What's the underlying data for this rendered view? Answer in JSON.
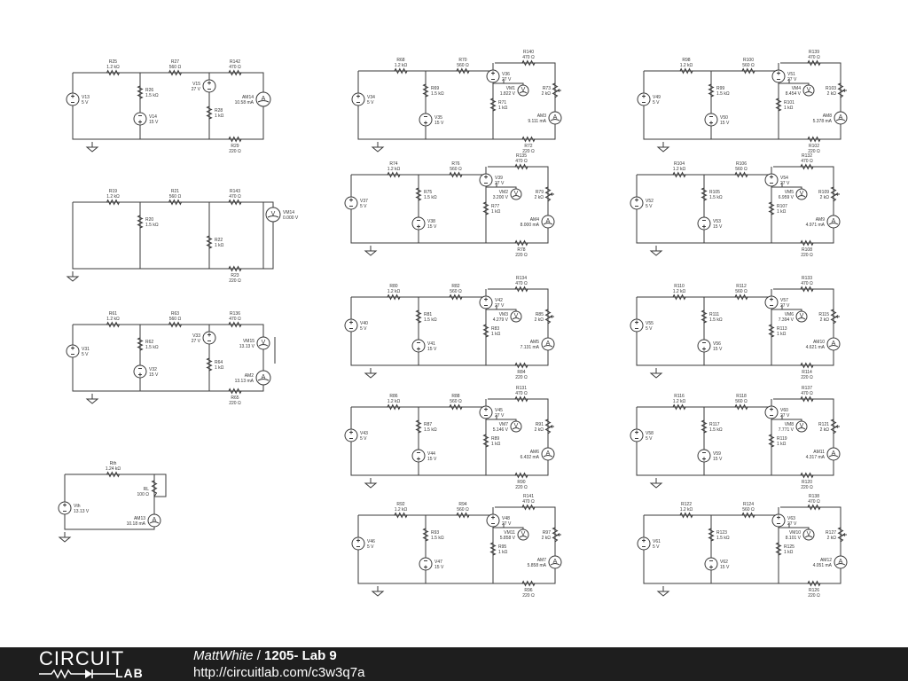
{
  "footer": {
    "logo_top": "CIRCUIT",
    "logo_bottom": "LAB",
    "user": "MattWhite",
    "separator": "/",
    "circuit_name": "1205- Lab 9",
    "url": "http://circuitlab.com/c3w3q7a"
  },
  "circuits": [
    {
      "id": "left-1",
      "parts": [
        {
          "kind": "vsource",
          "name": "V13",
          "value": "5 V"
        },
        {
          "kind": "resistor",
          "name": "R25",
          "value": "1.2 kΩ"
        },
        {
          "kind": "resistor",
          "name": "R26",
          "value": "1.5 kΩ"
        },
        {
          "kind": "vsource",
          "name": "V14",
          "value": "15 V"
        },
        {
          "kind": "resistor",
          "name": "R27",
          "value": "560 Ω"
        },
        {
          "kind": "vsource",
          "name": "V15",
          "value": "27 V"
        },
        {
          "kind": "resistor",
          "name": "R28",
          "value": "1 kΩ"
        },
        {
          "kind": "resistor",
          "name": "R142",
          "value": "470 Ω"
        },
        {
          "kind": "ammeter",
          "name": "AM14",
          "value": "10.58 mA"
        },
        {
          "kind": "resistor",
          "name": "R29",
          "value": "220 Ω"
        }
      ]
    },
    {
      "id": "left-2",
      "parts": [
        {
          "kind": "resistor",
          "name": "R19",
          "value": "1.2 kΩ"
        },
        {
          "kind": "resistor",
          "name": "R20",
          "value": "1.5 kΩ"
        },
        {
          "kind": "resistor",
          "name": "R21",
          "value": "560 Ω"
        },
        {
          "kind": "resistor",
          "name": "R22",
          "value": "1 kΩ"
        },
        {
          "kind": "resistor",
          "name": "R143",
          "value": "470 Ω"
        },
        {
          "kind": "voltmeter",
          "name": "VM14",
          "value": "0.000 V"
        },
        {
          "kind": "resistor",
          "name": "R23",
          "value": "220 Ω"
        }
      ]
    },
    {
      "id": "left-3",
      "parts": [
        {
          "kind": "vsource",
          "name": "V31",
          "value": "5 V"
        },
        {
          "kind": "resistor",
          "name": "R61",
          "value": "1.2 kΩ"
        },
        {
          "kind": "resistor",
          "name": "R62",
          "value": "1.5 kΩ"
        },
        {
          "kind": "vsource",
          "name": "V32",
          "value": "15 V"
        },
        {
          "kind": "resistor",
          "name": "R63",
          "value": "560 Ω"
        },
        {
          "kind": "vsource",
          "name": "V33",
          "value": "27 V"
        },
        {
          "kind": "resistor",
          "name": "R64",
          "value": "1 kΩ"
        },
        {
          "kind": "resistor",
          "name": "R136",
          "value": "470 Ω"
        },
        {
          "kind": "voltmeter",
          "name": "VM15",
          "value": "13.13 V"
        },
        {
          "kind": "ammeter",
          "name": "AM2",
          "value": "13.13 mA"
        },
        {
          "kind": "resistor",
          "name": "R65",
          "value": "220 Ω"
        }
      ]
    },
    {
      "id": "left-4",
      "parts": [
        {
          "kind": "vsource",
          "name": "Vth",
          "value": "13.13 V"
        },
        {
          "kind": "resistor",
          "name": "Rth",
          "value": "1.24 kΩ"
        },
        {
          "kind": "resistor",
          "name": "RL",
          "value": "100 Ω"
        },
        {
          "kind": "ammeter",
          "name": "AM13",
          "value": "10.18 mA"
        }
      ]
    },
    {
      "id": "mid-1",
      "parts": [
        {
          "kind": "vsource",
          "name": "V34",
          "value": "5 V"
        },
        {
          "kind": "resistor",
          "name": "R68",
          "value": "1.2 kΩ"
        },
        {
          "kind": "resistor",
          "name": "R69",
          "value": "1.5 kΩ"
        },
        {
          "kind": "vsource",
          "name": "V35",
          "value": "15 V"
        },
        {
          "kind": "resistor",
          "name": "R70",
          "value": "560 Ω"
        },
        {
          "kind": "vsource",
          "name": "V36",
          "value": "27 V"
        },
        {
          "kind": "resistor",
          "name": "R140",
          "value": "470 Ω"
        },
        {
          "kind": "voltmeter",
          "name": "VM1",
          "value": "1.822 V"
        },
        {
          "kind": "resistor",
          "name": "R73",
          "value": "2 kΩ"
        },
        {
          "kind": "resistor",
          "name": "R71",
          "value": "1 kΩ"
        },
        {
          "kind": "ammeter",
          "name": "AM3",
          "value": "9.111 mA"
        },
        {
          "kind": "resistor",
          "name": "R72",
          "value": "220 Ω"
        }
      ]
    },
    {
      "id": "mid-2",
      "parts": [
        {
          "kind": "vsource",
          "name": "V37",
          "value": "5 V"
        },
        {
          "kind": "resistor",
          "name": "R74",
          "value": "1.2 kΩ"
        },
        {
          "kind": "resistor",
          "name": "R75",
          "value": "1.5 kΩ"
        },
        {
          "kind": "vsource",
          "name": "V38",
          "value": "15 V"
        },
        {
          "kind": "resistor",
          "name": "R76",
          "value": "560 Ω"
        },
        {
          "kind": "vsource",
          "name": "V39",
          "value": "27 V"
        },
        {
          "kind": "resistor",
          "name": "R135",
          "value": "470 Ω"
        },
        {
          "kind": "voltmeter",
          "name": "VM2",
          "value": "3.200 V"
        },
        {
          "kind": "resistor",
          "name": "R79",
          "value": "2 kΩ"
        },
        {
          "kind": "resistor",
          "name": "R77",
          "value": "1 kΩ"
        },
        {
          "kind": "ammeter",
          "name": "AM4",
          "value": "8.000 mA"
        },
        {
          "kind": "resistor",
          "name": "R78",
          "value": "220 Ω"
        }
      ]
    },
    {
      "id": "mid-3",
      "parts": [
        {
          "kind": "vsource",
          "name": "V40",
          "value": "5 V"
        },
        {
          "kind": "resistor",
          "name": "R80",
          "value": "1.2 kΩ"
        },
        {
          "kind": "resistor",
          "name": "R81",
          "value": "1.5 kΩ"
        },
        {
          "kind": "vsource",
          "name": "V41",
          "value": "15 V"
        },
        {
          "kind": "resistor",
          "name": "R82",
          "value": "560 Ω"
        },
        {
          "kind": "vsource",
          "name": "V42",
          "value": "27 V"
        },
        {
          "kind": "resistor",
          "name": "R134",
          "value": "470 Ω"
        },
        {
          "kind": "voltmeter",
          "name": "VM3",
          "value": "4.279 V"
        },
        {
          "kind": "resistor",
          "name": "R85",
          "value": "2 kΩ"
        },
        {
          "kind": "resistor",
          "name": "R83",
          "value": "1 kΩ"
        },
        {
          "kind": "ammeter",
          "name": "AM5",
          "value": "7.131 mA"
        },
        {
          "kind": "resistor",
          "name": "R84",
          "value": "220 Ω"
        }
      ]
    },
    {
      "id": "mid-4",
      "parts": [
        {
          "kind": "vsource",
          "name": "V43",
          "value": "5 V"
        },
        {
          "kind": "resistor",
          "name": "R86",
          "value": "1.2 kΩ"
        },
        {
          "kind": "resistor",
          "name": "R87",
          "value": "1.5 kΩ"
        },
        {
          "kind": "vsource",
          "name": "V44",
          "value": "15 V"
        },
        {
          "kind": "resistor",
          "name": "R88",
          "value": "560 Ω"
        },
        {
          "kind": "vsource",
          "name": "V45",
          "value": "27 V"
        },
        {
          "kind": "resistor",
          "name": "R131",
          "value": "470 Ω"
        },
        {
          "kind": "voltmeter",
          "name": "VM7",
          "value": "5.146 V"
        },
        {
          "kind": "resistor",
          "name": "R91",
          "value": "2 kΩ"
        },
        {
          "kind": "resistor",
          "name": "R89",
          "value": "1 kΩ"
        },
        {
          "kind": "ammeter",
          "name": "AM6",
          "value": "6.432 mA"
        },
        {
          "kind": "resistor",
          "name": "R90",
          "value": "220 Ω"
        }
      ]
    },
    {
      "id": "mid-5",
      "parts": [
        {
          "kind": "vsource",
          "name": "V46",
          "value": "5 V"
        },
        {
          "kind": "resistor",
          "name": "R92",
          "value": "1.2 kΩ"
        },
        {
          "kind": "resistor",
          "name": "R93",
          "value": "1.5 kΩ"
        },
        {
          "kind": "vsource",
          "name": "V47",
          "value": "15 V"
        },
        {
          "kind": "resistor",
          "name": "R94",
          "value": "560 Ω"
        },
        {
          "kind": "vsource",
          "name": "V48",
          "value": "27 V"
        },
        {
          "kind": "resistor",
          "name": "R141",
          "value": "470 Ω"
        },
        {
          "kind": "voltmeter",
          "name": "VM11",
          "value": "5.858 V"
        },
        {
          "kind": "resistor",
          "name": "R97",
          "value": "2 kΩ"
        },
        {
          "kind": "resistor",
          "name": "R95",
          "value": "1 kΩ"
        },
        {
          "kind": "ammeter",
          "name": "AM7",
          "value": "5.858 mA"
        },
        {
          "kind": "resistor",
          "name": "R96",
          "value": "220 Ω"
        }
      ]
    },
    {
      "id": "right-1",
      "parts": [
        {
          "kind": "vsource",
          "name": "V49",
          "value": "5 V"
        },
        {
          "kind": "resistor",
          "name": "R98",
          "value": "1.2 kΩ"
        },
        {
          "kind": "resistor",
          "name": "R99",
          "value": "1.5 kΩ"
        },
        {
          "kind": "vsource",
          "name": "V50",
          "value": "15 V"
        },
        {
          "kind": "resistor",
          "name": "R100",
          "value": "560 Ω"
        },
        {
          "kind": "vsource",
          "name": "V51",
          "value": "27 V"
        },
        {
          "kind": "resistor",
          "name": "R139",
          "value": "470 Ω"
        },
        {
          "kind": "voltmeter",
          "name": "VM4",
          "value": "8.454 V"
        },
        {
          "kind": "resistor",
          "name": "R103",
          "value": "2 kΩ"
        },
        {
          "kind": "resistor",
          "name": "R101",
          "value": "1 kΩ"
        },
        {
          "kind": "ammeter",
          "name": "AM8",
          "value": "5.378 mA"
        },
        {
          "kind": "resistor",
          "name": "R102",
          "value": "220 Ω"
        }
      ]
    },
    {
      "id": "right-2",
      "parts": [
        {
          "kind": "vsource",
          "name": "V52",
          "value": "5 V"
        },
        {
          "kind": "resistor",
          "name": "R104",
          "value": "1.2 kΩ"
        },
        {
          "kind": "resistor",
          "name": "R105",
          "value": "1.5 kΩ"
        },
        {
          "kind": "vsource",
          "name": "V53",
          "value": "15 V"
        },
        {
          "kind": "resistor",
          "name": "R106",
          "value": "560 Ω"
        },
        {
          "kind": "vsource",
          "name": "V54",
          "value": "27 V"
        },
        {
          "kind": "resistor",
          "name": "R132",
          "value": "470 Ω"
        },
        {
          "kind": "voltmeter",
          "name": "VM5",
          "value": "6.959 V"
        },
        {
          "kind": "resistor",
          "name": "R109",
          "value": "2 kΩ"
        },
        {
          "kind": "resistor",
          "name": "R107",
          "value": "1 kΩ"
        },
        {
          "kind": "ammeter",
          "name": "AM9",
          "value": "4.971 mA"
        },
        {
          "kind": "resistor",
          "name": "R108",
          "value": "220 Ω"
        }
      ]
    },
    {
      "id": "right-3",
      "parts": [
        {
          "kind": "vsource",
          "name": "V55",
          "value": "5 V"
        },
        {
          "kind": "resistor",
          "name": "R110",
          "value": "1.2 kΩ"
        },
        {
          "kind": "resistor",
          "name": "R111",
          "value": "1.5 kΩ"
        },
        {
          "kind": "vsource",
          "name": "V56",
          "value": "15 V"
        },
        {
          "kind": "resistor",
          "name": "R112",
          "value": "560 Ω"
        },
        {
          "kind": "vsource",
          "name": "V57",
          "value": "27 V"
        },
        {
          "kind": "resistor",
          "name": "R133",
          "value": "470 Ω"
        },
        {
          "kind": "voltmeter",
          "name": "VM6",
          "value": "7.394 V"
        },
        {
          "kind": "resistor",
          "name": "R115",
          "value": "2 kΩ"
        },
        {
          "kind": "resistor",
          "name": "R113",
          "value": "1 kΩ"
        },
        {
          "kind": "ammeter",
          "name": "AM10",
          "value": "4.621 mA"
        },
        {
          "kind": "resistor",
          "name": "R114",
          "value": "220 Ω"
        }
      ]
    },
    {
      "id": "right-4",
      "parts": [
        {
          "kind": "vsource",
          "name": "V58",
          "value": "5 V"
        },
        {
          "kind": "resistor",
          "name": "R116",
          "value": "1.2 kΩ"
        },
        {
          "kind": "resistor",
          "name": "R117",
          "value": "1.5 kΩ"
        },
        {
          "kind": "vsource",
          "name": "V59",
          "value": "15 V"
        },
        {
          "kind": "resistor",
          "name": "R118",
          "value": "560 Ω"
        },
        {
          "kind": "vsource",
          "name": "V60",
          "value": "27 V"
        },
        {
          "kind": "resistor",
          "name": "R137",
          "value": "470 Ω"
        },
        {
          "kind": "voltmeter",
          "name": "VM8",
          "value": "7.771 V"
        },
        {
          "kind": "resistor",
          "name": "R121",
          "value": "2 kΩ"
        },
        {
          "kind": "resistor",
          "name": "R119",
          "value": "1 kΩ"
        },
        {
          "kind": "ammeter",
          "name": "AM11",
          "value": "4.317 mA"
        },
        {
          "kind": "resistor",
          "name": "R120",
          "value": "220 Ω"
        }
      ]
    },
    {
      "id": "right-5",
      "parts": [
        {
          "kind": "vsource",
          "name": "V61",
          "value": "5 V"
        },
        {
          "kind": "resistor",
          "name": "R122",
          "value": "1.2 kΩ"
        },
        {
          "kind": "resistor",
          "name": "R123",
          "value": "1.5 kΩ"
        },
        {
          "kind": "vsource",
          "name": "V62",
          "value": "15 V"
        },
        {
          "kind": "resistor",
          "name": "R124",
          "value": "560 Ω"
        },
        {
          "kind": "vsource",
          "name": "V63",
          "value": "27 V"
        },
        {
          "kind": "resistor",
          "name": "R138",
          "value": "470 Ω"
        },
        {
          "kind": "voltmeter",
          "name": "VM10",
          "value": "8.101 V"
        },
        {
          "kind": "resistor",
          "name": "R127",
          "value": "2 kΩ"
        },
        {
          "kind": "resistor",
          "name": "R125",
          "value": "1 kΩ"
        },
        {
          "kind": "ammeter",
          "name": "AM12",
          "value": "4.051 mA"
        },
        {
          "kind": "resistor",
          "name": "R126",
          "value": "220 Ω"
        }
      ]
    }
  ]
}
